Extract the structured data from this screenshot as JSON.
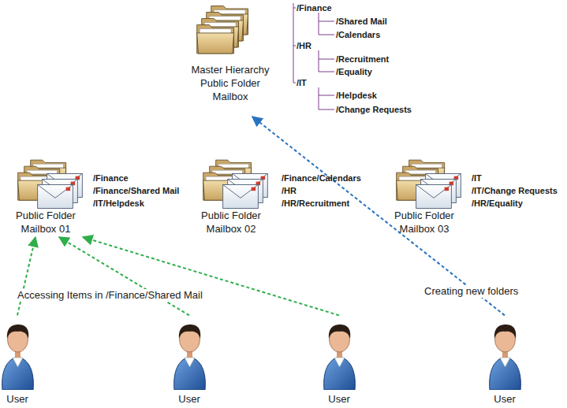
{
  "diagram": {
    "nodes": [
      {
        "text": [
          "Master Hierarchy Public Folder Mailbox",
          "/Finance",
          "/Shared Mail",
          "/Calendars",
          "/HR",
          "/Recruitment",
          "/Equality",
          "/IT",
          "/Helpdesk",
          "/Change Requests"
        ]
      },
      {
        "text": [
          "Public Folder Mailbox 01",
          "/Finance",
          "/Finance/Shared Mail",
          "/IT/Helpdesk"
        ]
      },
      {
        "text": [
          "Public Folder Mailbox 02",
          "/Finance/Calendars",
          "/HR",
          "/HR/Recruitment"
        ]
      },
      {
        "text": [
          "Public Folder Mailbox 03",
          "/IT",
          "/IT/Change Requests",
          "/HR/Equality"
        ]
      },
      {
        "text": [
          "User"
        ]
      },
      {
        "text": [
          "User"
        ]
      },
      {
        "text": [
          "User"
        ]
      },
      {
        "text": [
          "User"
        ]
      }
    ],
    "edges": [
      {
        "from": 4,
        "to": 1,
        "arrow": "to",
        "label": "Accessing Items in /Finance/Shared Mail"
      },
      {
        "from": 5,
        "to": 1,
        "arrow": "to"
      },
      {
        "from": 6,
        "to": 1,
        "arrow": "to"
      },
      {
        "from": 7,
        "to": 0,
        "arrow": "to",
        "label": "Creating new folders"
      }
    ]
  }
}
